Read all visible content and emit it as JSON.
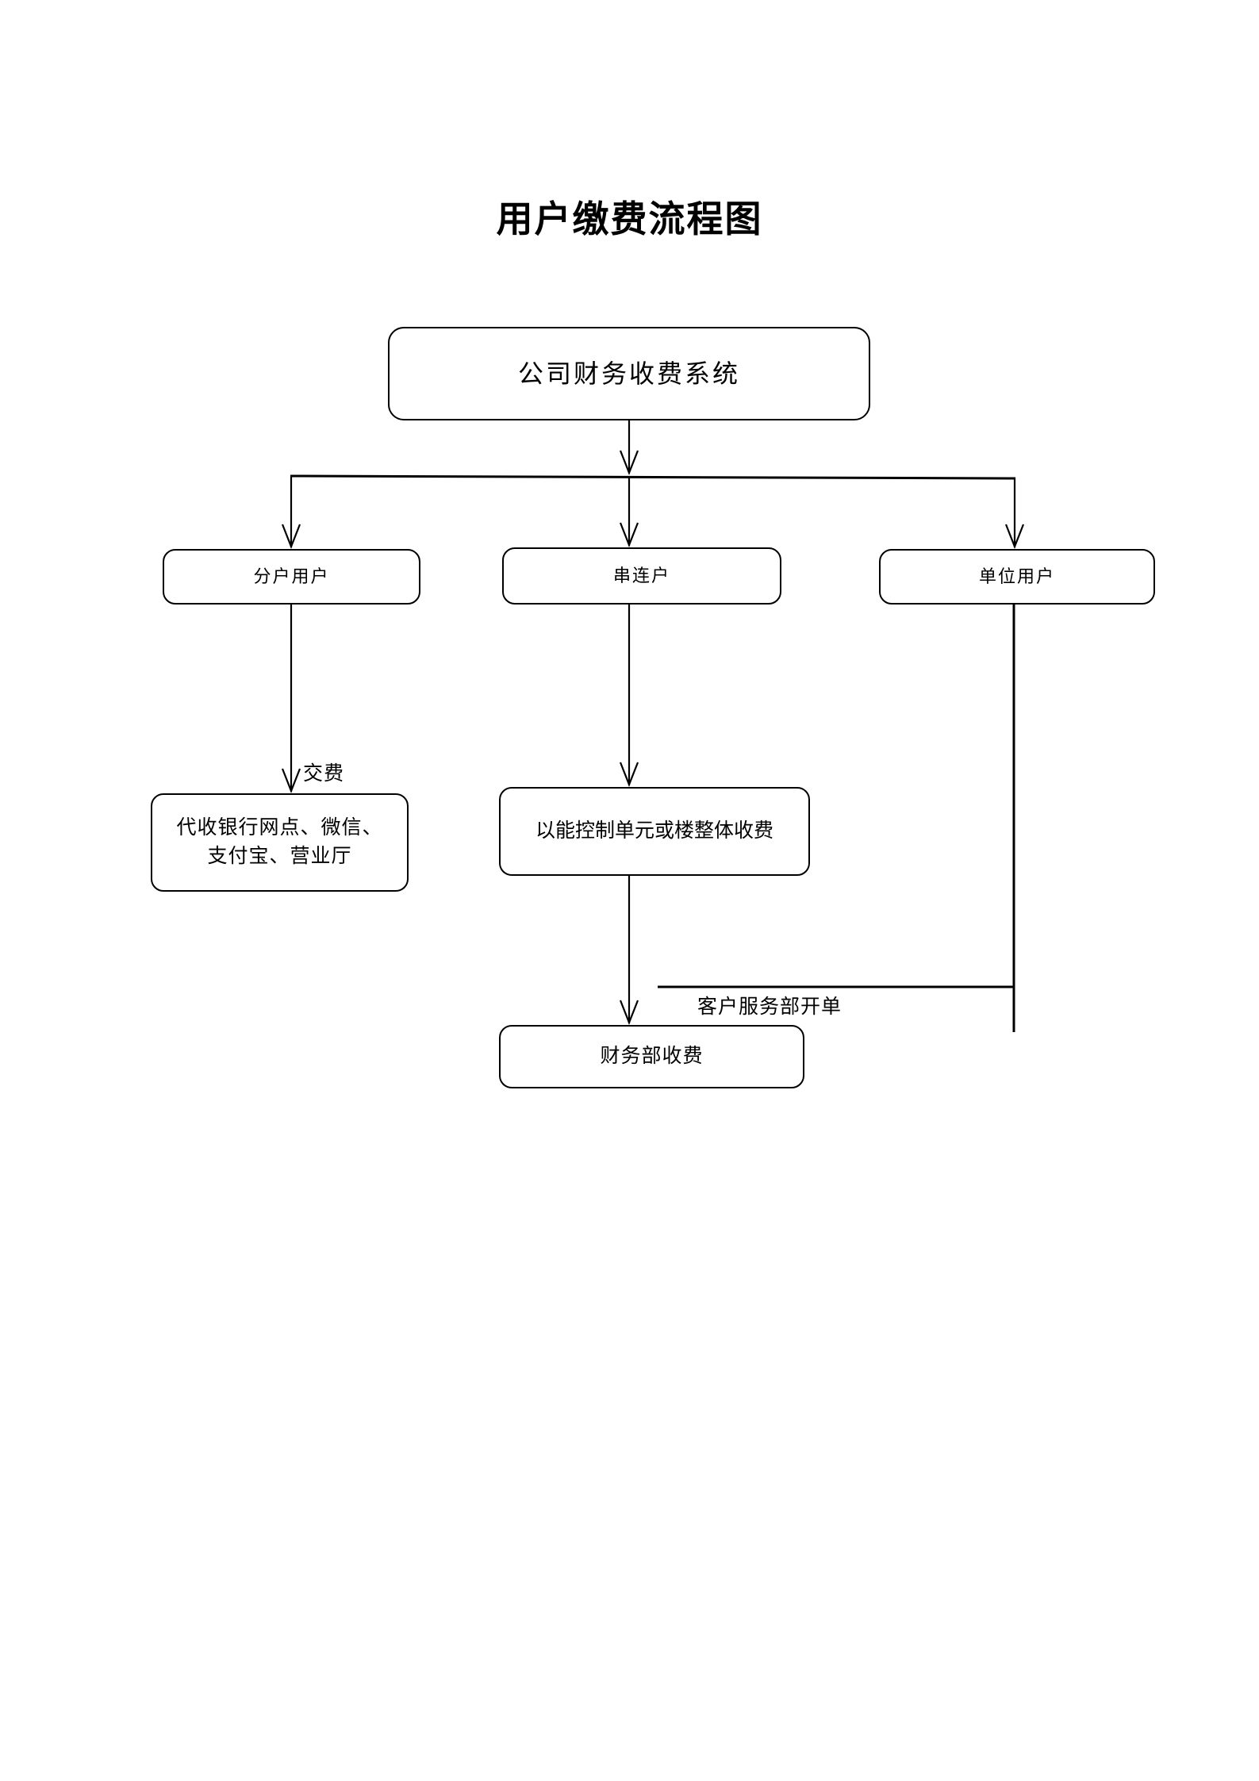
{
  "document": {
    "title": "用户缴费流程图",
    "background_color": "#ffffff",
    "line_color": "#000000"
  },
  "chart_data": {
    "type": "diagram",
    "diagram_kind": "flowchart",
    "title": "用户缴费流程图",
    "orientation": "top-down",
    "nodes": [
      {
        "id": "system",
        "label": "公司财务收费系统",
        "shape": "rounded-rect",
        "level": 0
      },
      {
        "id": "split_user",
        "label": "分户用户",
        "shape": "rounded-rect",
        "level": 1
      },
      {
        "id": "series_user",
        "label": "串连户",
        "shape": "rounded-rect",
        "level": 1
      },
      {
        "id": "unit_user",
        "label": "单位用户",
        "shape": "rounded-rect",
        "level": 1
      },
      {
        "id": "channels",
        "label": "代收银行网点、微信、\n支付宝、营业厅",
        "shape": "rounded-rect",
        "level": 2
      },
      {
        "id": "unit_billing",
        "label": "以能控制单元或楼整体收费",
        "shape": "rounded-rect",
        "level": 2
      },
      {
        "id": "finance",
        "label": "财务部收费",
        "shape": "rounded-rect",
        "level": 3
      }
    ],
    "edges": [
      {
        "from": "system",
        "to": "split_user",
        "label": "",
        "arrow": true
      },
      {
        "from": "system",
        "to": "series_user",
        "label": "",
        "arrow": true
      },
      {
        "from": "system",
        "to": "unit_user",
        "label": "",
        "arrow": true
      },
      {
        "from": "split_user",
        "to": "channels",
        "label": "交费",
        "arrow": true
      },
      {
        "from": "series_user",
        "to": "unit_billing",
        "label": "",
        "arrow": true
      },
      {
        "from": "unit_billing",
        "to": "finance",
        "label": "",
        "arrow": true
      },
      {
        "from": "unit_user",
        "to": "finance",
        "label": "客户服务部开单",
        "arrow": false
      }
    ]
  },
  "nodes": {
    "system": "公司财务收费系统",
    "split_user": "分户用户",
    "series_user": "串连户",
    "unit_user": "单位用户",
    "channels": "代收银行网点、微信、\n支付宝、营业厅",
    "unit_billing": "以能控制单元或楼整体收费",
    "finance": "财务部收费"
  },
  "labels": {
    "pay_fee": "交费",
    "cs_billing": "客户服务部开单"
  }
}
